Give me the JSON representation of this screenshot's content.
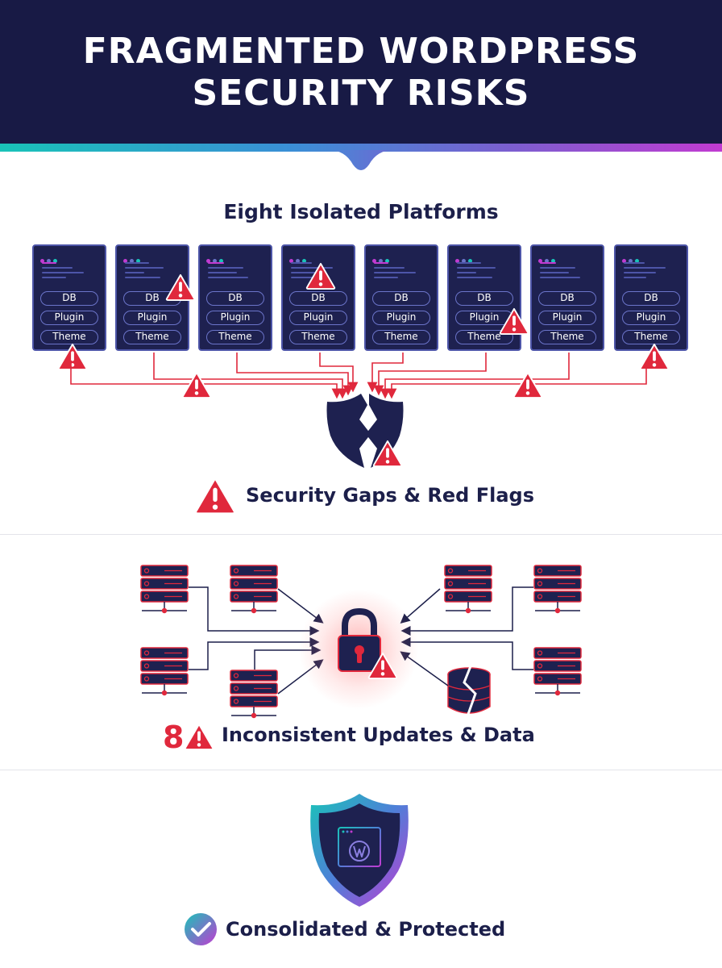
{
  "header": {
    "title_line1": "FRAGMENTED WORDPRESS",
    "title_line2": "SECURITY RISKS"
  },
  "section1": {
    "title": "Eight Isolated Platforms",
    "panel_labels": {
      "db": "DB",
      "plugin": "Plugin",
      "theme": "Theme"
    },
    "panels": [
      {
        "warning": "theme-bottom"
      },
      {
        "warning": "db"
      },
      {
        "warning": "none"
      },
      {
        "warning": "top"
      },
      {
        "warning": "none"
      },
      {
        "warning": "plugin"
      },
      {
        "warning": "none"
      },
      {
        "warning": "theme-bottom"
      }
    ],
    "caption": "Security Gaps & Red Flags"
  },
  "section2": {
    "badge_number": "8",
    "caption": "Inconsistent Updates & Data"
  },
  "section3": {
    "caption": "Consolidated & Protected"
  },
  "colors": {
    "navy": "#181a45",
    "panel": "#1e2150",
    "warning_red": "#e0283c",
    "teal": "#19c3b8",
    "purple": "#c13bd1"
  }
}
